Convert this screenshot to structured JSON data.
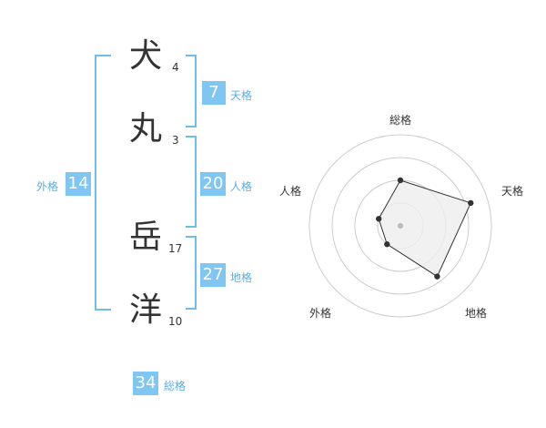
{
  "name_chars": [
    {
      "char": "犬",
      "strokes": "4"
    },
    {
      "char": "丸",
      "strokes": "3"
    },
    {
      "char": "岳",
      "strokes": "17"
    },
    {
      "char": "洋",
      "strokes": "10"
    }
  ],
  "fortune": {
    "tenkaku": {
      "value": "7",
      "label": "天格"
    },
    "jinkaku": {
      "value": "20",
      "label": "人格"
    },
    "chikaku": {
      "value": "27",
      "label": "地格"
    },
    "gaikaku": {
      "value": "14",
      "label": "外格"
    },
    "soukaku": {
      "value": "34",
      "label": "総格"
    }
  },
  "chart_data": {
    "type": "radar",
    "axes": [
      "総格",
      "天格",
      "地格",
      "外格",
      "人格"
    ],
    "max": 4,
    "values": [
      2.0,
      3.25,
      2.75,
      1.0,
      1.0
    ],
    "grid_rings": 4,
    "colors": {
      "fill": "#eeeeee",
      "stroke": "#333333",
      "grid": "#cccccc"
    }
  }
}
